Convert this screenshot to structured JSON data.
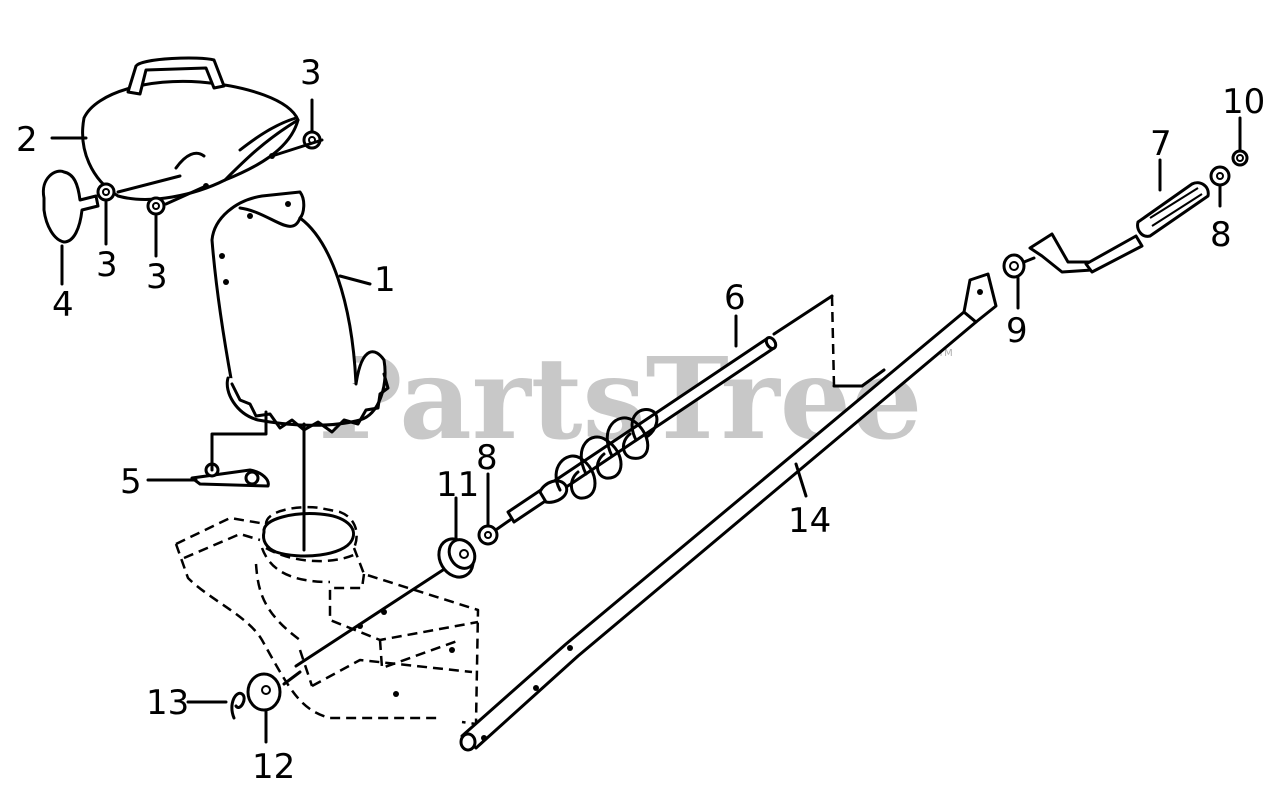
{
  "watermark": {
    "text": "PartsTree",
    "trademark": "TM"
  },
  "callouts": {
    "c1": "1",
    "c2": "2",
    "c3a": "3",
    "c3b": "3",
    "c3c": "3",
    "c4": "4",
    "c5": "5",
    "c6": "6",
    "c7": "7",
    "c8a": "8",
    "c8b": "8",
    "c9": "9",
    "c10": "10",
    "c11": "11",
    "c12": "12",
    "c13": "13",
    "c14": "14"
  }
}
